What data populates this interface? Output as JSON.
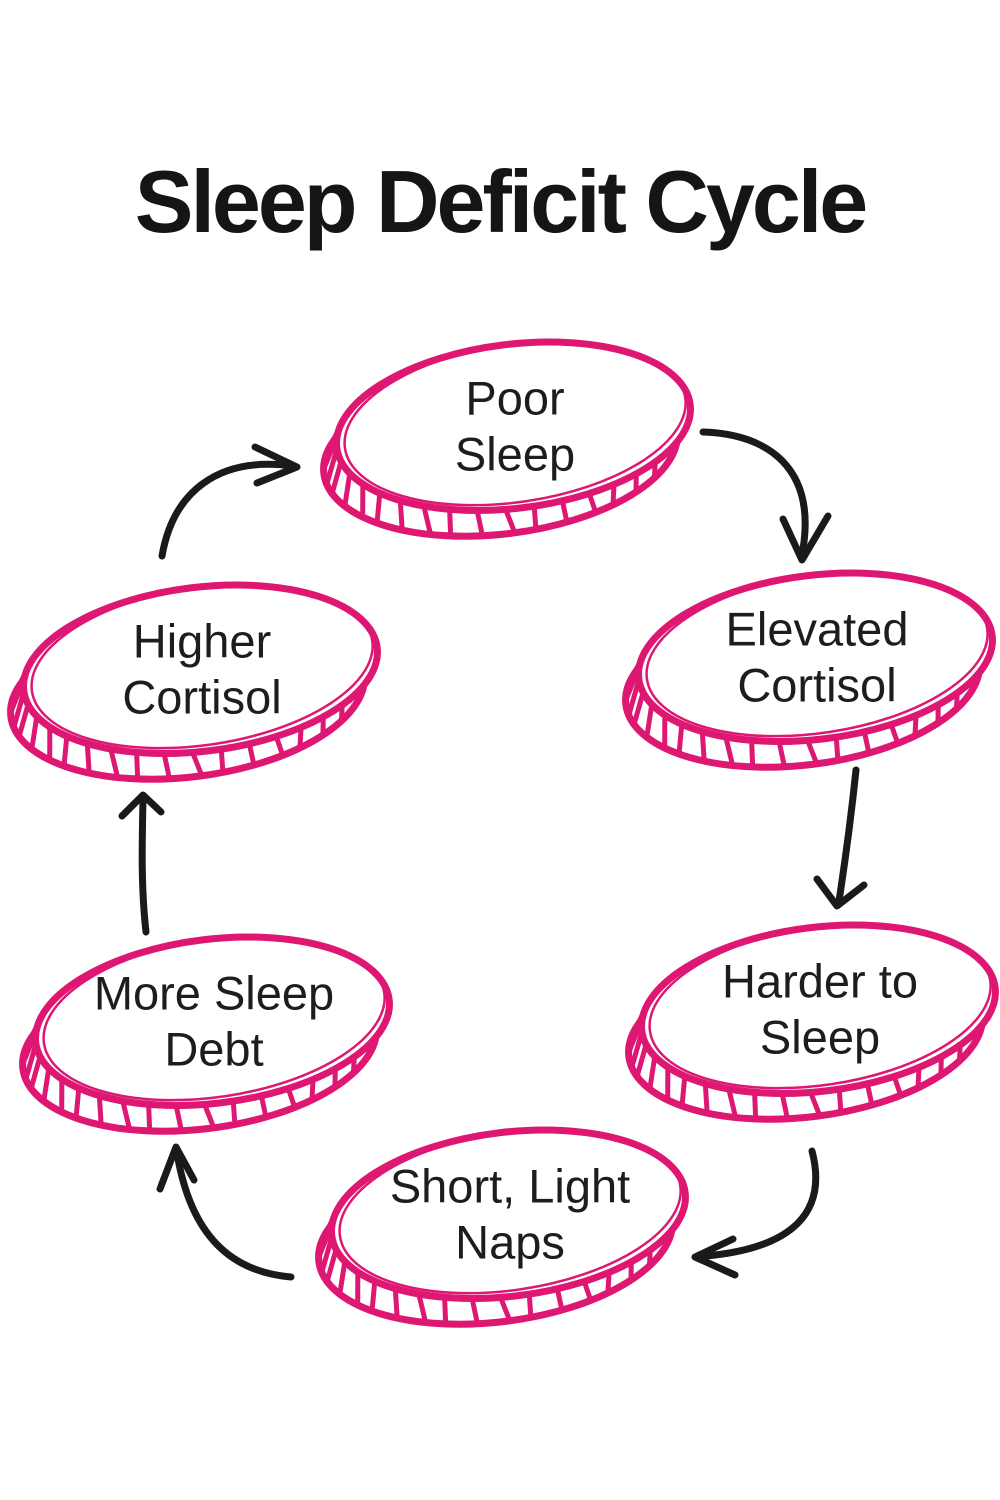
{
  "title": "Sleep Deficit Cycle",
  "colors": {
    "background": "#ffffff",
    "ellipse_stroke": "#de1772",
    "arrow": "#1a1a1a",
    "node_text": "#1d1d1d",
    "title_text": "#151515"
  },
  "diagram": {
    "type": "cycle",
    "nodes": [
      {
        "id": "poor-sleep",
        "label": "Poor Sleep",
        "line1": "Poor",
        "line2": "Sleep"
      },
      {
        "id": "elevated-cortisol",
        "label": "Elevated Cortisol",
        "line1": "Elevated",
        "line2": "Cortisol"
      },
      {
        "id": "harder-to-sleep",
        "label": "Harder to Sleep",
        "line1": "Harder to",
        "line2": "Sleep"
      },
      {
        "id": "short-light-naps",
        "label": "Short, Light Naps",
        "line1": "Short, Light",
        "line2": "Naps"
      },
      {
        "id": "more-sleep-debt",
        "label": "More Sleep Debt",
        "line1": "More Sleep",
        "line2": "Debt"
      },
      {
        "id": "higher-cortisol",
        "label": "Higher Cortisol",
        "line1": "Higher",
        "line2": "Cortisol"
      }
    ],
    "edges": [
      {
        "from": "poor-sleep",
        "to": "elevated-cortisol"
      },
      {
        "from": "elevated-cortisol",
        "to": "harder-to-sleep"
      },
      {
        "from": "harder-to-sleep",
        "to": "short-light-naps"
      },
      {
        "from": "short-light-naps",
        "to": "more-sleep-debt"
      },
      {
        "from": "more-sleep-debt",
        "to": "higher-cortisol"
      },
      {
        "from": "higher-cortisol",
        "to": "poor-sleep"
      }
    ]
  }
}
